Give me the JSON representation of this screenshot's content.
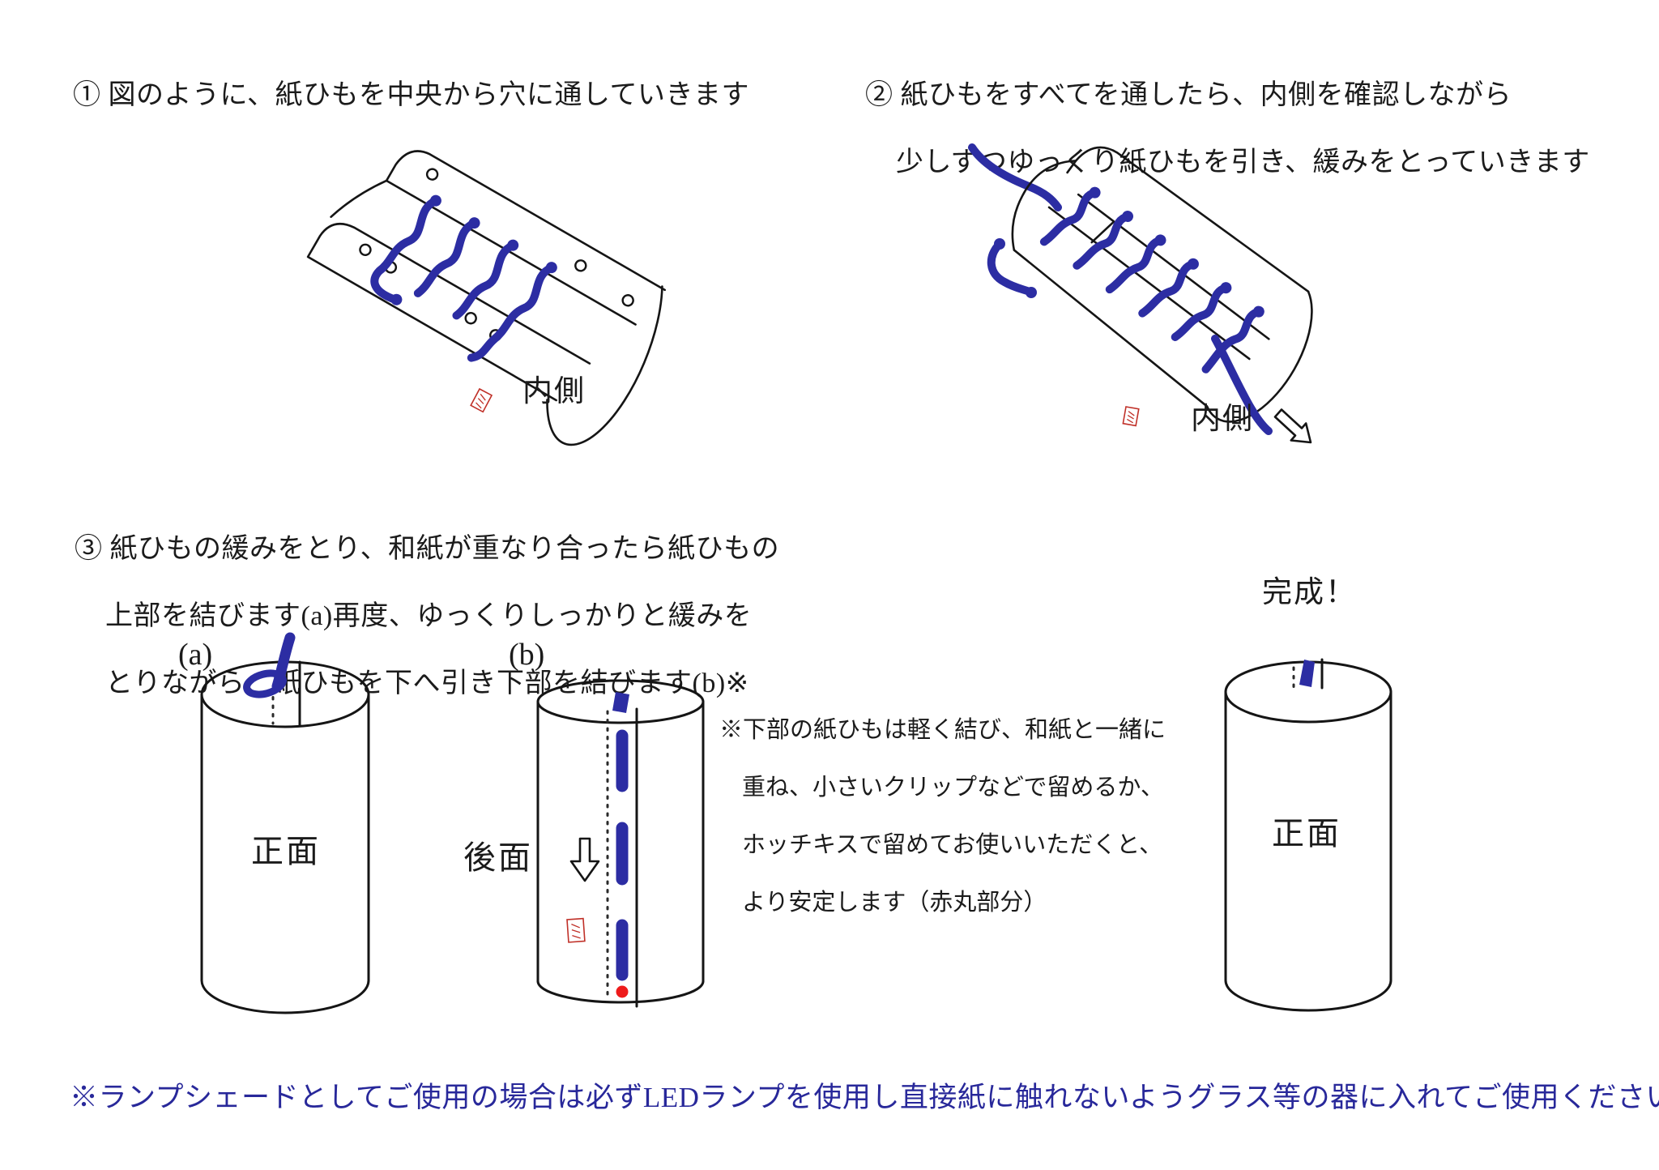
{
  "doc": {
    "step1_line1": "① 図のように、紙ひもを中央から穴に通していきます",
    "step2_line1": "② 紙ひもをすべてを通したら、内側を確認しながら",
    "step2_line2": "少しずつゆっくり紙ひもを引き、緩みをとっていきます",
    "step3_line1": "③ 紙ひもの緩みをとり、和紙が重なり合ったら紙ひもの",
    "step3_line2": "上部を結びます(a)再度、ゆっくりしっかりと緩みを",
    "step3_line3": "とりながら、紙ひもを下へ引き下部を結びます(b)※",
    "note_line1": "※下部の紙ひもは軽く結び、和紙と一緒に",
    "note_line2": "重ね、小さいクリップなどで留めるか、",
    "note_line3": "ホッチキスで留めてお使いいただくと、",
    "note_line4": "より安定します（赤丸部分）",
    "label_inside_1": "内側",
    "label_inside_2": "内側",
    "label_sub_a": "(a)",
    "label_sub_b": "(b)",
    "label_front_a": "正面",
    "label_back_b": "後面",
    "label_done": "完成！",
    "label_front_done": "正面",
    "footer": "※ランプシェードとしてご使用の場合は必ずLEDランプを使用し直接紙に触れないようグラス等の器に入れてご使用ください"
  },
  "colors": {
    "string_blue": "#2c2da3",
    "footer_blue": "#28289a",
    "accent_red": "#ee1b1b",
    "stamp_red": "#c03028",
    "ink": "#1b1b1b"
  }
}
